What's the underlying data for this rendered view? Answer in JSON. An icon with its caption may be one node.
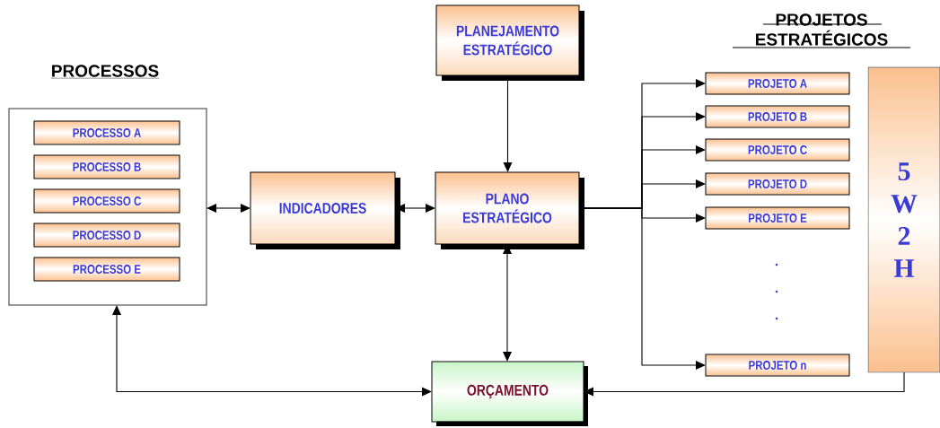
{
  "diagram": {
    "nodes": [
      {
        "text": [
          "PROCESSOS"
        ]
      },
      {
        "text": [
          "PROCESSO A"
        ],
        "in": 0
      },
      {
        "text": [
          "PROCESSO B"
        ],
        "in": 0
      },
      {
        "text": [
          "PROCESSO C"
        ],
        "in": 0
      },
      {
        "text": [
          "PROCESSO D"
        ],
        "in": 0
      },
      {
        "text": [
          "PROCESSO E"
        ],
        "in": 0
      },
      {
        "text": [
          "INDICADORES"
        ]
      },
      {
        "text": [
          "PLANEJAMENTO ESTRATÉGICO"
        ]
      },
      {
        "text": [
          "PLANO ESTRATÉGICO"
        ]
      },
      {
        "text": [
          "PROJETO A"
        ]
      },
      {
        "text": [
          "PROJETO B"
        ]
      },
      {
        "text": [
          "PROJETO C"
        ]
      },
      {
        "text": [
          "PROJETO D"
        ]
      },
      {
        "text": [
          "PROJETO E"
        ]
      },
      {
        "text": [
          "PROJETO n"
        ]
      },
      {
        "text": [
          "5 W 2 H"
        ]
      },
      {
        "text": [
          "ORÇAMENTO"
        ]
      }
    ],
    "edges": [
      {
        "from": 0,
        "to": 6,
        "arrow": "both"
      },
      {
        "from": 6,
        "to": 8,
        "arrow": "both"
      },
      {
        "from": 7,
        "to": 8,
        "arrow": "to"
      },
      {
        "from": 8,
        "to": 16,
        "arrow": "both"
      },
      {
        "from": 16,
        "to": 0,
        "arrow": "both"
      },
      {
        "from": 15,
        "to": 16,
        "arrow": "to"
      },
      {
        "from": 8,
        "to": 9,
        "arrow": "to"
      },
      {
        "from": 8,
        "to": 10,
        "arrow": "to"
      },
      {
        "from": 8,
        "to": 11,
        "arrow": "to"
      },
      {
        "from": 8,
        "to": 12,
        "arrow": "to"
      },
      {
        "from": 8,
        "to": 13,
        "arrow": "to"
      },
      {
        "from": 8,
        "to": 14,
        "arrow": "to"
      }
    ],
    "labels": [
      "PROJETOS ESTRATÉGICOS"
    ]
  }
}
